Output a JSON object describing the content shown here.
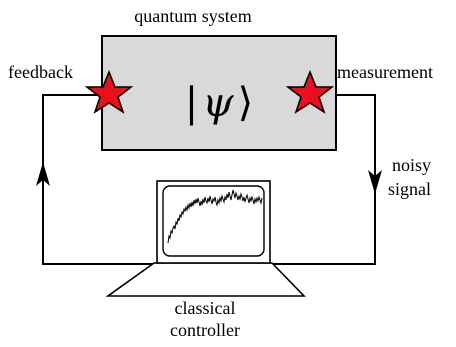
{
  "labels": {
    "title": "quantum system",
    "feedback": "feedback",
    "measurement": "measurement",
    "noisy": "noisy",
    "signal": "signal",
    "classical": "classical",
    "controller": "controller"
  },
  "state": {
    "bar": "|",
    "symbol": "ψ",
    "bracket": "⟩"
  },
  "colors": {
    "box_fill": "#d9d9d9",
    "star_fill": "#e8101c",
    "line": "#000000"
  },
  "icons": {
    "feedback_star": "star-icon",
    "measurement_star": "star-icon",
    "controller": "laptop-icon"
  }
}
